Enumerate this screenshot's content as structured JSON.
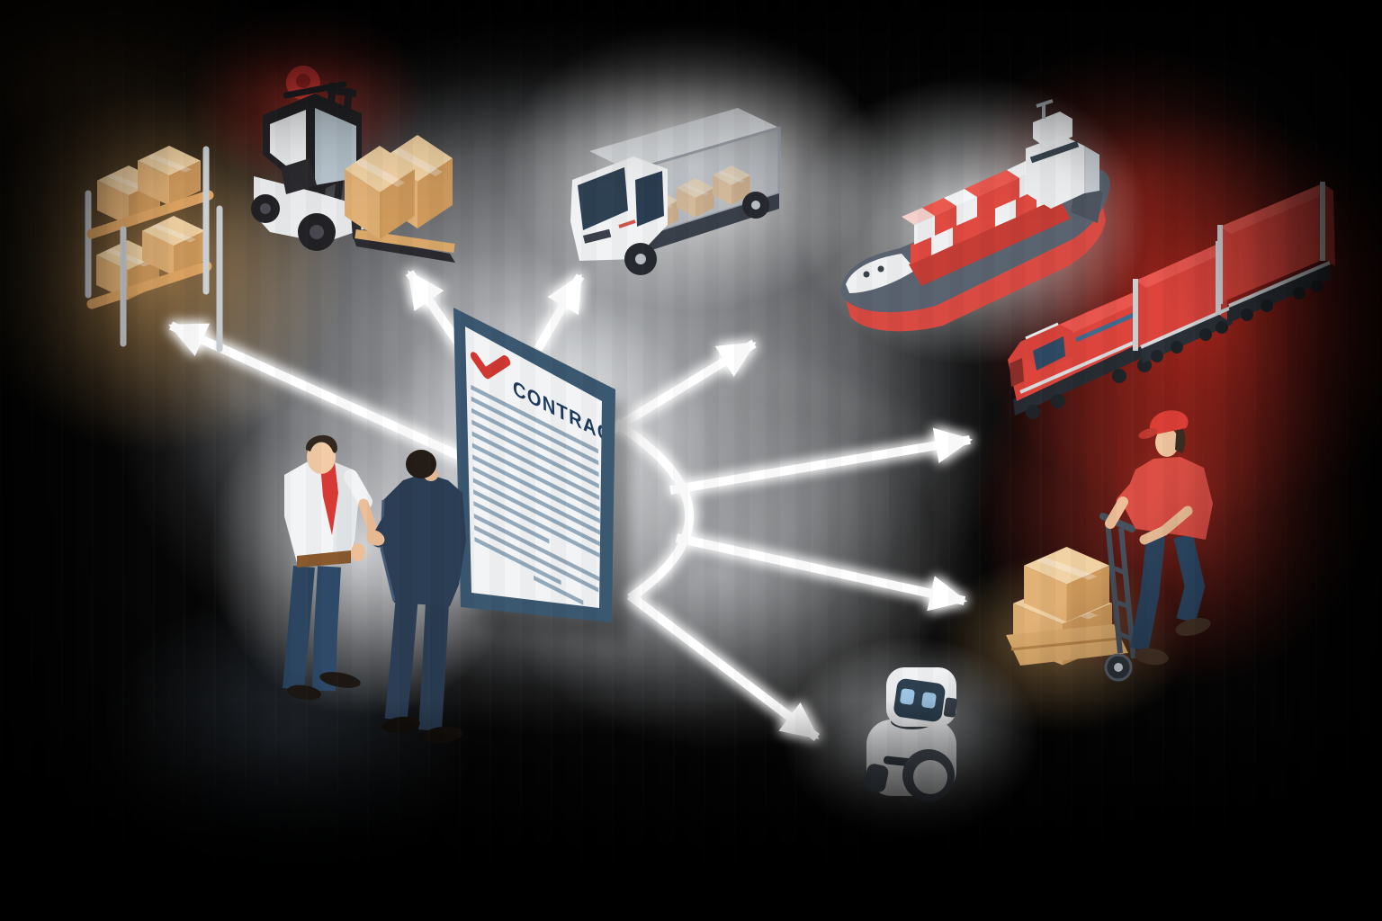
{
  "contract": {
    "title": "CONTRACT"
  },
  "arrows": {
    "count": 7,
    "color": "#ffffff"
  },
  "icons": [
    "warehouse-rack",
    "location-pin",
    "forklift",
    "delivery-truck",
    "cargo-ship",
    "freight-train",
    "courier-with-hand-truck",
    "delivery-robot",
    "businessmen-handshake",
    "contract-document",
    "checkmark"
  ],
  "colors": {
    "background": "#070707",
    "accent_red": "#d8453d",
    "carton_tan": "#e2b176",
    "navy_suit": "#2c3e55",
    "contract_border": "#3b5871",
    "contract_page": "#f2f4f5",
    "contract_title_text": "#1e3a5c",
    "contract_line": "#94aabb",
    "glow_amber": "#d2a05f",
    "glow_red": "#cd2d22",
    "glow_white": "#e8eaec",
    "arrow_white": "#ffffff"
  }
}
